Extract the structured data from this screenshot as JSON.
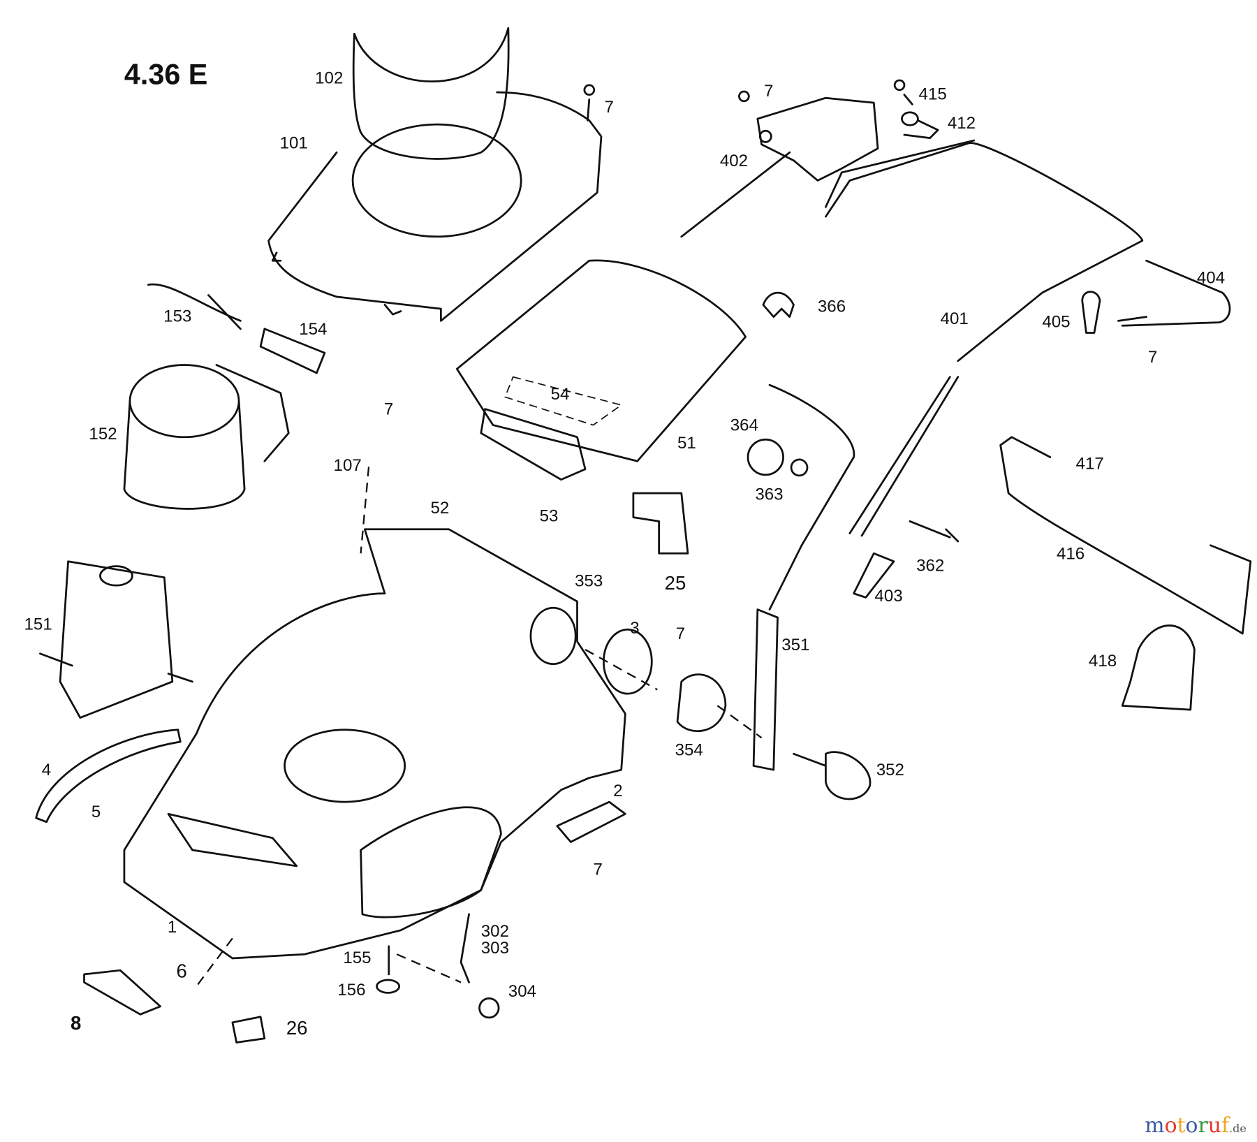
{
  "title": "4.36 E",
  "part_labels": [
    "102",
    "7",
    "101",
    "7",
    "415",
    "412",
    "402",
    "153",
    "154",
    "366",
    "404",
    "401",
    "405",
    "7",
    "7",
    "54",
    "152",
    "364",
    "51",
    "107",
    "417",
    "363",
    "52",
    "53",
    "25",
    "416",
    "362",
    "353",
    "403",
    "151",
    "3",
    "7",
    "351",
    "418",
    "354",
    "4",
    "352",
    "5",
    "2",
    "7",
    "1",
    "302",
    "303",
    "155",
    "6",
    "156",
    "304",
    "8",
    "26"
  ],
  "watermark": {
    "text": "motoruf",
    "suffix": ".de",
    "colors": [
      "#3b5ba5",
      "#e23a2e",
      "#f2a41c",
      "#3b5ba5",
      "#2f9a3f",
      "#e23a2e",
      "#f2a41c"
    ]
  }
}
